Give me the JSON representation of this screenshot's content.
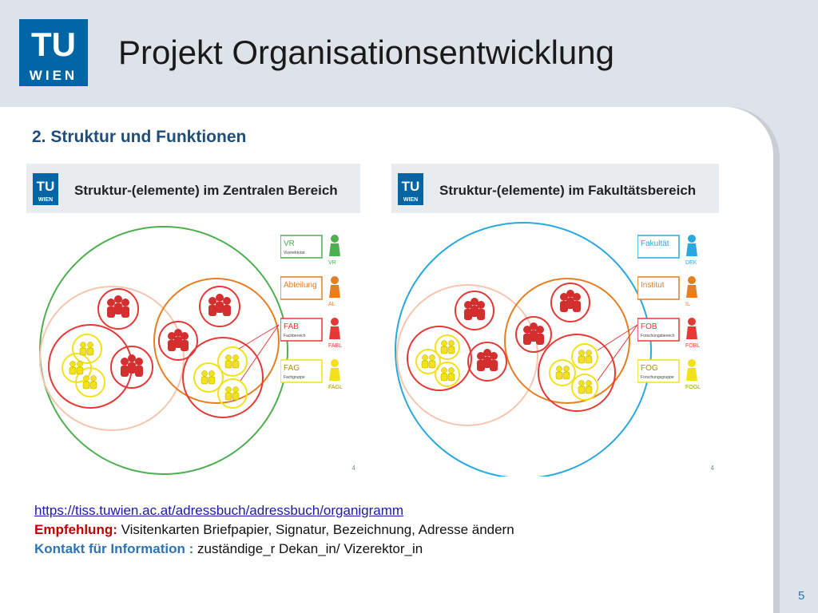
{
  "header": {
    "logo": {
      "top": "TU",
      "bottom": "WIEN",
      "icon": "tu-wien-logo"
    },
    "title": "Projekt Organisationsentwicklung"
  },
  "section": {
    "subtitle": "2. Struktur und Funktionen"
  },
  "diagrams": [
    {
      "title": "Struktur-(elemente) im Zentralen Bereich",
      "outer_circle_color": "#4caf50",
      "legend": [
        {
          "label": "VR",
          "sublabel": "Vizerektorat",
          "figure_label": "VR",
          "color": "#4caf50"
        },
        {
          "label": "Abteilung",
          "sublabel": "",
          "figure_label": "AL",
          "color": "#e67e22"
        },
        {
          "label": "FAB",
          "sublabel": "Fachbereich",
          "figure_label": "FABL",
          "color": "#e53935"
        },
        {
          "label": "FAG",
          "sublabel": "Fachgruppe",
          "figure_label": "FAGL",
          "color": "#f2e11c"
        }
      ],
      "page": "4"
    },
    {
      "title": "Struktur-(elemente) im Fakultätsbereich",
      "outer_circle_color": "#29a8e0",
      "legend": [
        {
          "label": "Fakultät",
          "sublabel": "",
          "figure_label": "DEK",
          "color": "#29a8e0"
        },
        {
          "label": "Institut",
          "sublabel": "",
          "figure_label": "IL",
          "color": "#e67e22"
        },
        {
          "label": "FOB",
          "sublabel": "Forschungsbereich",
          "figure_label": "FOBL",
          "color": "#e53935"
        },
        {
          "label": "FOG",
          "sublabel": "Forschungsgruppe",
          "figure_label": "FOGL",
          "color": "#f2e11c"
        }
      ],
      "page": "4"
    }
  ],
  "info": {
    "link": "https://tiss.tuwien.ac.at/adressbuch/adressbuch/organigramm",
    "recommendation_label": "Empfehlung:",
    "recommendation_text": " Visitenkarten Briefpapier, Signatur, Bezeichnung, Adresse ändern",
    "contact_label": "Kontakt für Information :",
    "contact_text": " zuständige_r Dekan_in/ Vizerektor_in"
  },
  "slide_number": "5"
}
